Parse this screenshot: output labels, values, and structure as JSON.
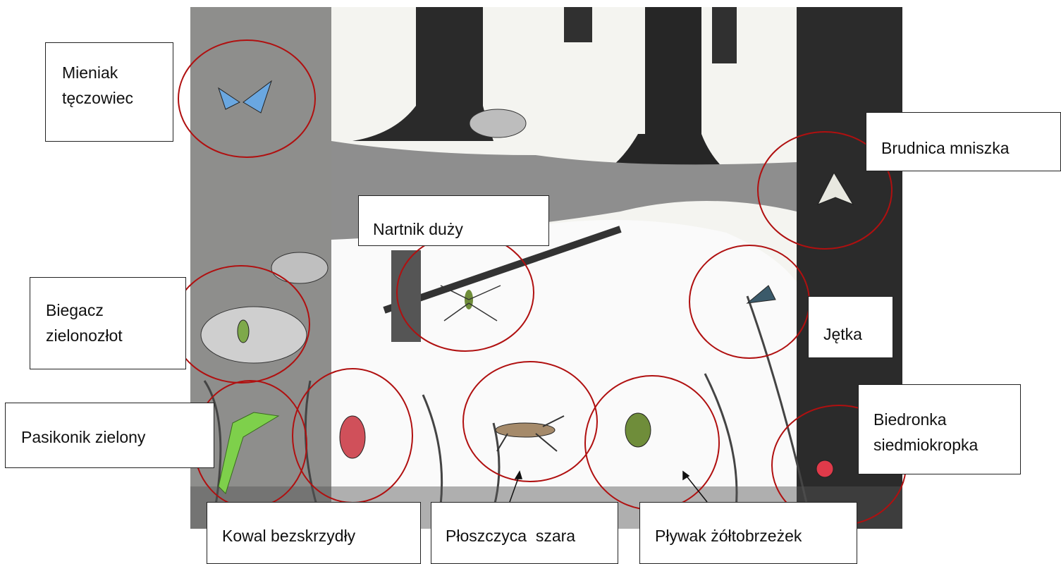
{
  "labels": {
    "mieniak": [
      "Mieniak",
      "tęczowiec"
    ],
    "brudnica": "Brudnica mniszka",
    "nartnik": "Nartnik duży",
    "biegacz": [
      "Biegacz",
      "zielonozłot"
    ],
    "jetka": "Jętka",
    "pasikonik": "Pasikonik zielony",
    "biedronka": [
      "Biedronka",
      "siedmiokropka"
    ],
    "kowal": "Kowal bezskrzydły",
    "ploszczyca": "Płoszczyca  szara",
    "plywak": "Pływak żółtobrzeżek"
  },
  "colors": {
    "circle": "#b01010",
    "ink": "#1a1a1a",
    "butterfly": "#6aa7e0",
    "grasshopper": "#7ed04b",
    "beetle_red": "#d0505a",
    "ladybug": "#e03a4a",
    "beetle_green": "#6f8d3a"
  },
  "icons": [
    "butterfly-icon",
    "moth-icon",
    "water-strider-icon",
    "ground-beetle-icon",
    "mayfly-icon",
    "grasshopper-icon",
    "firebug-icon",
    "water-bug-icon",
    "diving-beetle-icon",
    "ladybug-icon"
  ]
}
